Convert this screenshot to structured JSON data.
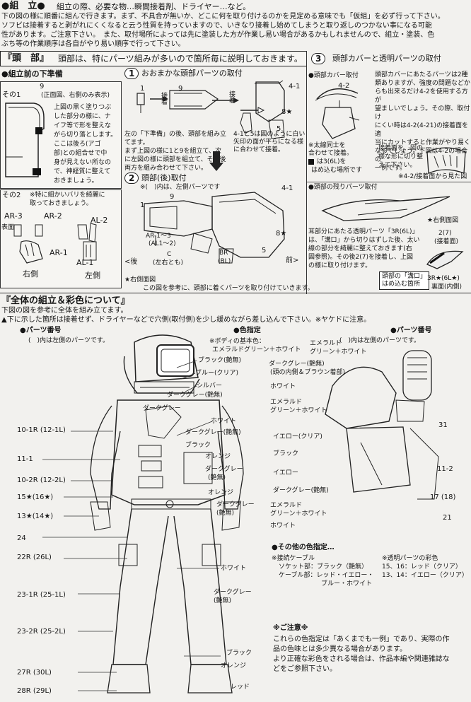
{
  "assembly": {
    "title": "●組　立●",
    "needed": "組立の際、必要な物…瞬間接着剤、ドライヤー…など。",
    "lines": [
      "下の図の様に順番に組んで行きます。まず、不具合が無いか、どこに何を取り付けるのかを見定める意味でも「仮組」を必ず行って下さい。",
      "ソフビは接着すると剥がれにくくなると云う性質を持っていますので、いきなり接着し始めてしまうと取り返しのつかない事になる可能",
      "性があります。ご注意下さい。　また、取付場所によっては先に塗装した方が作業し易い場合があるかもしれませんので、組立・塗装、色",
      "ぶち等の作業順序は各自がやり易い順序で行って下さい。"
    ]
  },
  "head": {
    "title": "『頭　部』",
    "desc": "頭部は、特にパーツ組みが多いので箇所毎に説明しておきます。"
  },
  "prep": {
    "title": "●組立前の下準備",
    "sono1": "その1",
    "sono1_num": "9",
    "sono1_sub": "(正面図、右側のみ表示)",
    "sono1_text": [
      "上図の黒く塗りつぶ",
      "した部分の様に、ナ",
      "イフ等で形を整えな",
      "がら切り落とします。",
      "ここは後ろ(アゴ",
      "部)との組合せで中",
      "身が見えない所なの",
      "で、神経質に整えて",
      "おきましょう。"
    ],
    "sono2": "その2",
    "sono2_text": [
      "※特に細かいバリを綺麗に",
      "取っておきましょう。"
    ],
    "labels": [
      "AR-3",
      "AR-2",
      "AL-2",
      "AR-1",
      "AL-1"
    ],
    "omote": "表面",
    "right": "右側",
    "left": "左側"
  },
  "step1": {
    "num": "1",
    "title": "おおまかな頭部パーツの取付",
    "labels": [
      "1",
      "9",
      "接着",
      "接着",
      "4-1",
      "8★",
      "5"
    ],
    "note": [
      "4-1と5は図のように白い",
      "矢印の面が平らになる様",
      "に合わせて接着。"
    ],
    "desc": [
      "左の「下準備」の後、頭部を組み立",
      "てます。",
      "まず上図の様に1と9を組立て、次",
      "に左図の様に頭部を組立て、その後",
      "両方を組み合わせて下さい。"
    ]
  },
  "step2": {
    "num": "2",
    "title": "頭部(後)取付",
    "note": "※(　)内は、左側パーツです",
    "labels": [
      "1",
      "9",
      "4-1",
      "8★",
      "AR-1～3",
      "(AL1～2)",
      "C",
      "(左右とも)",
      "BR",
      "(BL)",
      "5"
    ],
    "back": "<後",
    "front": "前>",
    "rightfig": "★右側面図",
    "caption": "この図を参考に、頭部に着くパーツを取り付けていきます。"
  },
  "step3": {
    "num": "3",
    "title": "頭部カバーと透明パーツの取付",
    "cover_label": "●頭部カバー取付",
    "part": "4-2",
    "desc": [
      "頭部カバーにあたるパーツは2種",
      "類ありますが、強度の問題などか",
      "らも出来るだけ4-2を使用する方が",
      "望ましいでしょう。その際、取付け",
      "にくい時は4-2(4-21)の接着面を適",
      "当にカットすると作業がやり易く",
      "なるでしょう。下図は4-2の場合の",
      "一例です。"
    ],
    "dashed": [
      "※太線同士を",
      "合わせて接着。"
    ],
    "cut": "は3(6L)を",
    "cut2": "はめ込む場所です",
    "cut_note": [
      "接着面を、図の",
      "様な形に切り整",
      "えて下さい。"
    ],
    "cut_caption": "※4-2/接着面から見た図",
    "remaining": "●頭部の残りパーツ取付",
    "rightview": "★右側面図",
    "ear": [
      "耳部分にあたる透明パーツ「3R(6L)」",
      "は、「溝口」から切りはずした後、太い",
      "線の部分を綺麗に整えておきます(右",
      "図参照)。その後2(7)を接着し、上図",
      "の様に取り付けます。"
    ],
    "ear_labels": [
      "2(7)",
      "(接着面)",
      "3R★(6L★)",
      "裏面(内側)"
    ],
    "ear_box": [
      "頭部の「溝口」",
      "はめ込む箇所"
    ]
  },
  "whole": {
    "title": "『全体の組立＆彩色について』",
    "sub": "下図の図を参考に全体を組み立てます。",
    "warn": "▲下に示した箇所は接着せず、ドライヤーなどで穴側(取付側)を少し緩めながら差し込んで下さい。※ヤケドに注意。"
  },
  "legend": {
    "parts_num": "●パーツ番号",
    "parts_note": "(　)内は左側のパーツです。",
    "color": "●色指定",
    "body_base": "※ボディの基本色：",
    "body_color": "エメラルドグリーン＋ホワイト"
  },
  "left_parts": [
    "10-1R (12-1L)",
    "11-1",
    "10-2R (12-2L)",
    "15★(16★)",
    "13★(14★)",
    "24",
    "22R (26L)",
    "23-1R (25-1L)",
    "23-2R (25-2L)",
    "27R (30L)",
    "28R (29L)"
  ],
  "left_colors": [
    "ブラック(艶無)",
    "ブルー(クリア)",
    "シルバー",
    "ダークグレー(艶無)",
    "ダークグレー",
    "ホワイト",
    "ダークグレー(艶無)",
    "ブラック",
    "オレンジ",
    "ダークグレー",
    "(艶無)",
    "オレンジ",
    "ダークグレー",
    "(艶無)",
    "ホワイト",
    "ダークグレー",
    "(艶無)",
    "ブラック",
    "オレンジ",
    "レッド"
  ],
  "right_colors": [
    "エメラルド",
    "グリーン＋ホワイト",
    "ダークグレー(艶無)",
    "(頭の内側＆ブラウン着部)",
    "ホワイト",
    "エメラルド",
    "グリーン＋ホワイト",
    "イエロー(クリア)",
    "ブラック",
    "イエロー",
    "ダークグレー(艶無)",
    "エメラルド",
    "グリーン＋ホワイト",
    "ホワイト"
  ],
  "right_parts_label": "●パーツ番号",
  "right_parts_note": "(　)内は左側のパーツです。",
  "right_parts": [
    "31",
    "11-2",
    "17 (18)",
    "21"
  ],
  "other_colors": {
    "title": "●その他の色指定…",
    "cable": "※接続ケーブル",
    "socket": "ソケット部：ブラック（艶無）",
    "cable_part": "ケーブル部：レッド・イエロー・",
    "cable_part2": "ブルー・ホワイト",
    "clear_title": "※透明パーツの彩色",
    "clear1": "15、16：レッド（クリア）",
    "clear2": "13、14：イエロー（クリア）"
  },
  "caution": {
    "title": "※ご注意※",
    "lines": [
      "これらの色指定は「あくまでも一例」であり、実際の作",
      "品の色味とは多少異なる場合があります。",
      "より正確な彩色をされる場合は、作品本編や関連雑誌な",
      "どをご参照下さい。"
    ]
  }
}
